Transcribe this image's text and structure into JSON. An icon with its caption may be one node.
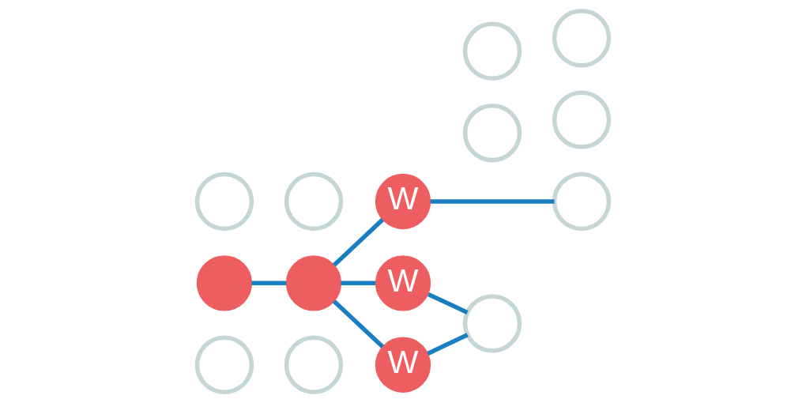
{
  "diagram": {
    "nodes": [
      {
        "text": [],
        "shape": "circle"
      },
      {
        "text": [],
        "shape": "circle"
      },
      {
        "text": [
          "W"
        ]
      },
      {
        "text": [],
        "shape": "circle"
      },
      {
        "text": [],
        "shape": "circle"
      },
      {
        "text": [],
        "shape": "circle"
      },
      {
        "text": [],
        "shape": "circle"
      },
      {
        "text": [
          "W"
        ]
      },
      {
        "text": [],
        "shape": "circle"
      },
      {
        "text": [],
        "shape": "circle"
      },
      {
        "text": [],
        "shape": "circle"
      },
      {
        "text": [],
        "shape": "circle"
      },
      {
        "text": [
          "W"
        ]
      },
      {
        "text": [],
        "shape": "circle"
      },
      {
        "text": [],
        "shape": "circle"
      }
    ],
    "edges": [
      {
        "from": 10,
        "to": 6,
        "arrow": "none"
      },
      {
        "from": 6,
        "to": 2,
        "arrow": "none"
      },
      {
        "from": 6,
        "to": 7,
        "arrow": "none"
      },
      {
        "from": 6,
        "to": 12,
        "arrow": "none"
      },
      {
        "from": 7,
        "to": 8,
        "arrow": "none"
      },
      {
        "from": 12,
        "to": 8,
        "arrow": "none"
      },
      {
        "from": 2,
        "to": 14,
        "arrow": "none"
      }
    ]
  }
}
